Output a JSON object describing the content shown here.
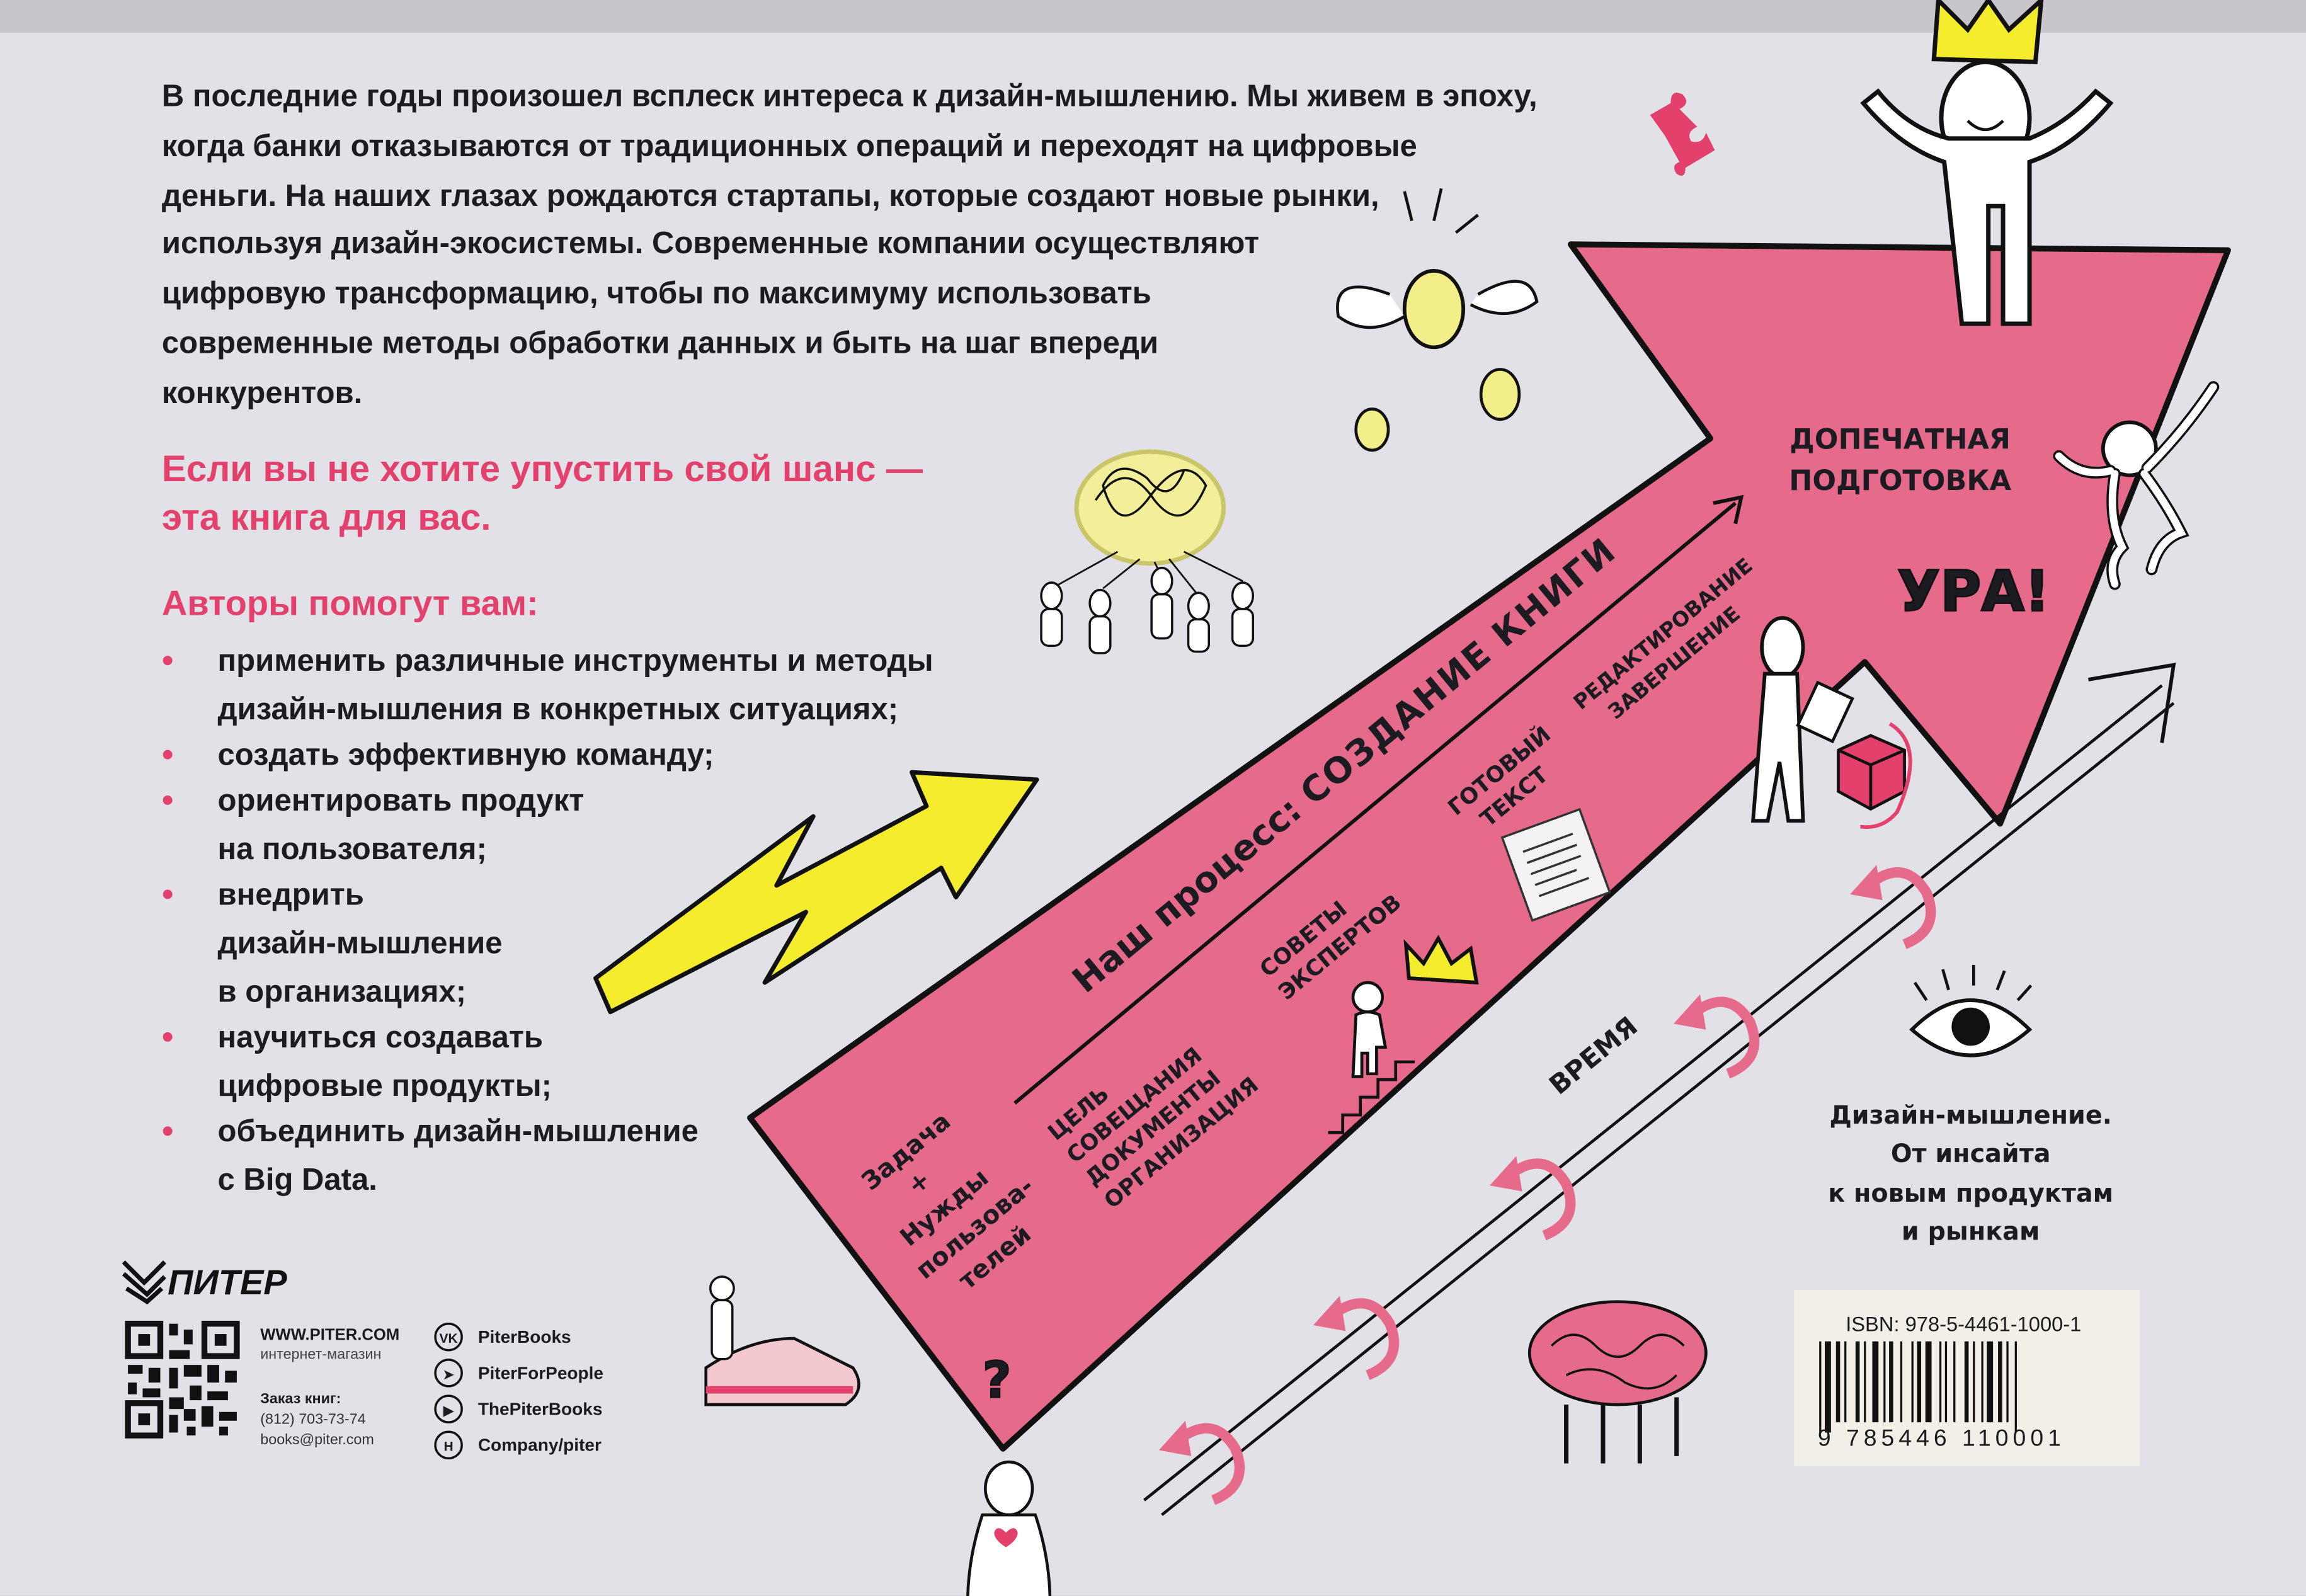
{
  "intro": {
    "lines": [
      "В последние годы произошел всплеск интереса к дизайн-мышлению. Мы живем в эпоху,",
      "когда банки отказываются от традиционных операций и переходят на цифровые",
      "деньги. На наших глазах рождаются стартапы, которые создают новые рынки,",
      "используя дизайн-экосистемы. Современные компании осуществляют",
      "цифровую трансформацию, чтобы по максимуму использовать",
      "современные методы обработки данных и быть на шаг впереди",
      "конкурентов."
    ]
  },
  "callout": {
    "lines": [
      "Если вы не хотите упустить свой шанс —",
      "эта книга для вас."
    ]
  },
  "authors_heading": "Авторы помогут вам:",
  "bullets": [
    [
      "применить различные инструменты и методы",
      "дизайн-мышления в конкретных ситуациях;"
    ],
    [
      "создать эффективную команду;"
    ],
    [
      "ориентировать продукт",
      "на пользователя;"
    ],
    [
      "внедрить",
      "дизайн-мышление",
      "в организациях;"
    ],
    [
      "научиться создавать",
      "цифровые продукты;"
    ],
    [
      "объединить дизайн-мышление",
      "с Big Data."
    ]
  ],
  "publisher": {
    "logo": "ПИТЕР",
    "site": "WWW.PITER.COM",
    "site_caption": "интернет-магазин",
    "order_label": "Заказ книг:",
    "phone": "(812) 703-73-74",
    "email": "books@piter.com",
    "socials": [
      {
        "icon": "vk-icon",
        "glyph": "VK",
        "label": "PiterBooks"
      },
      {
        "icon": "telegram-icon",
        "glyph": "➤",
        "label": "PiterForPeople"
      },
      {
        "icon": "youtube-icon",
        "glyph": "▶",
        "label": "ThePiterBooks"
      },
      {
        "icon": "hh-icon",
        "glyph": "H",
        "label": "Company/piter"
      }
    ]
  },
  "diagram": {
    "title_prefix": "Наш процесс: ",
    "title_main": "СОЗДАНИЕ КНИГИ",
    "stage1": [
      "Задача",
      "+",
      "Нужды",
      "пользова-",
      "телей"
    ],
    "stage2": [
      "ЦЕЛЬ",
      "СОВЕЩАНИЯ",
      "ДОКУМЕНТЫ",
      "ОРГАНИЗАЦИЯ"
    ],
    "stage3": [
      "СОВЕТЫ",
      "ЭКСПЕРТОВ"
    ],
    "stage4": [
      "ГОТОВЫЙ",
      "ТЕКСТ"
    ],
    "stage5": [
      "РЕДАКТИРОВАНИЕ",
      "ЗАВЕРШЕНИЕ"
    ],
    "final": [
      "ДОПЕЧАТНАЯ",
      "ПОДГОТОВКА"
    ],
    "hooray": "УРА!",
    "time_label": "ВРЕМЯ",
    "question_mark": "?"
  },
  "book_title": [
    "Дизайн-мышление.",
    "От инсайта",
    "к новым продуктам",
    "и рынкам"
  ],
  "isbn": {
    "label": "ISBN: 978-5-4461-1000-1",
    "digits": "9 785446 110001"
  },
  "colors": {
    "pink": "#e3416b",
    "arrow_fill": "#e66b8b",
    "yellow": "#f4ec2c",
    "background": "#e4e2ea"
  }
}
